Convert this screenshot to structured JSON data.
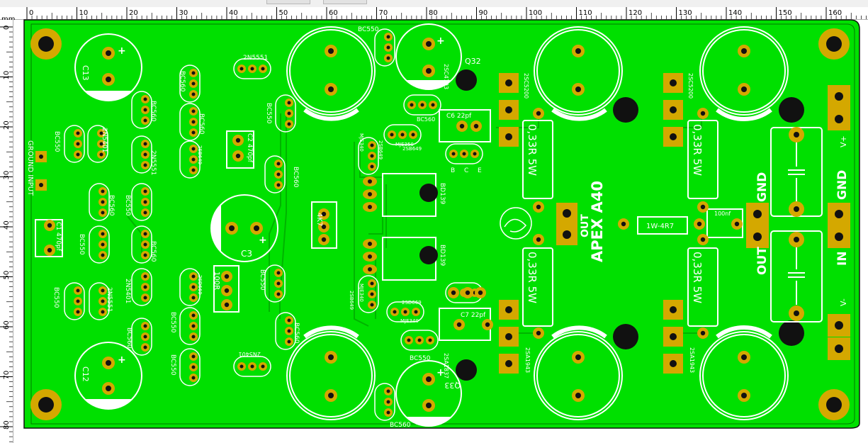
{
  "ruler": {
    "unit": "mm",
    "h_ticks": [
      "0",
      "10",
      "20",
      "30",
      "40",
      "50",
      "60",
      "70",
      "80",
      "90",
      "100",
      "110",
      "120",
      "130",
      "140",
      "150",
      "160"
    ],
    "v_ticks": [
      "0",
      "10",
      "20",
      "30",
      "40",
      "50",
      "60",
      "70",
      "80"
    ]
  },
  "colors": {
    "board": "#00e000",
    "pad": "#d4a800",
    "pad_hole": "#111111",
    "silk": "#ffffff",
    "trace": "#00c000"
  },
  "board": {
    "title": "APEX A40",
    "connectors": {
      "vplus": "V+",
      "gnd_top": "GND",
      "gnd_right": "GND",
      "in": "IN",
      "vminus": "V-",
      "out_mid": "OUT",
      "gnd_mid": "GND",
      "out_center": "OUT",
      "ground_input": "GROUND INPUT"
    },
    "components": {
      "c13": "C13",
      "c12": "C12",
      "c3": "C3",
      "c1": "C1 470pf",
      "c2": "C2 470pf",
      "c6": "C6 22pf",
      "c7": "C7 22pf",
      "c100nf": "100nf",
      "q32": "Q32",
      "q33": "Q33",
      "r_out1": "0,33R 5W",
      "r_out2": "0,33R 5W",
      "r_out3": "0,33R 5W",
      "r_out4": "0,33R 5W",
      "r_4r7": "1W-4R7",
      "r_4k7": "4K7",
      "r_100r": "100R",
      "t_2sc5200_a": "2SC5200",
      "t_2sc5200_b": "2SC5200",
      "t_2sa1943_a": "2SA1943",
      "t_2sa1943_b": "2SA1943",
      "t_bd139_a": "BD139",
      "t_bd139_b": "BD139",
      "t_2sc4793": "2SC4793",
      "t_2sa1837": "2SA1837",
      "t_mje340_a": "MJE340",
      "t_mje340_b": "MJE340",
      "t_mje350": "MJE350",
      "t_mje350_b": "MJE350",
      "t_2sb649_a": "2SB649",
      "t_2sb649_b": "2SB649",
      "t_2sd669_a": "2SD669",
      "t_2sd669_b": "2SD669",
      "t_2sd669_c": "2SD669",
      "t_2n5551_a": "2N5551",
      "t_2n5551_b": "2N5551",
      "t_2n5551_c": "2N5551",
      "t_2n5401_a": "2N5401",
      "t_2n5401_b": "2N5401",
      "t_2n5401_c": "2N5401",
      "bc550": "BC550",
      "bc560": "BC560",
      "pin_b": "B",
      "pin_c": "C",
      "pin_e": "E"
    }
  }
}
